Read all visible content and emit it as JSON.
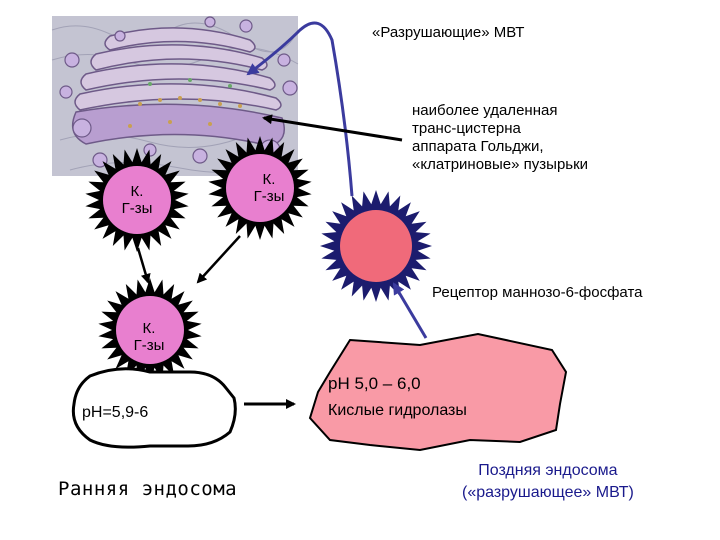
{
  "diagram": {
    "title": "«Разрушающие» МВТ",
    "trans_golgi_label": [
      "наиболее удаленная",
      "транс-цистерна",
      "аппарата Гольджи,",
      "«клатриновые» пузырьки"
    ],
    "vesicle_labels": {
      "left": [
        "К.",
        "Г-зы"
      ],
      "right": [
        "К.",
        "Г-зы"
      ],
      "bottom": [
        "К.",
        "Г-зы"
      ]
    },
    "receptor_label": "Рецептор маннозо-6-фосфата",
    "late_endosome": {
      "ph": "рН 5,0 – 6,0",
      "hydrolases": "Кислые гидролазы",
      "caption": [
        "Поздняя эндосома",
        "(«разрушающее» МВТ)"
      ]
    },
    "early_endosome": {
      "ph": "рН=5,9-6",
      "caption": "Ранняя эндосома"
    },
    "colors": {
      "vesicle_fill": "#e87fcf",
      "burst_spikes": "#000000",
      "receptor_spikes": "#1c1c6e",
      "receptor_fill": "#f06a7a",
      "late_endosome_fill": "#f99aa6",
      "arrow_blue": "#3b3b9e",
      "arrow_black": "#000000",
      "caption_blue": "#1a1a8c",
      "golgi_bg": "#b8b8c8"
    },
    "icons": [
      "golgi-apparatus-illustration",
      "vesicle-burst",
      "receptor-vesicle",
      "late-endosome-blob",
      "early-endosome-blob"
    ]
  }
}
